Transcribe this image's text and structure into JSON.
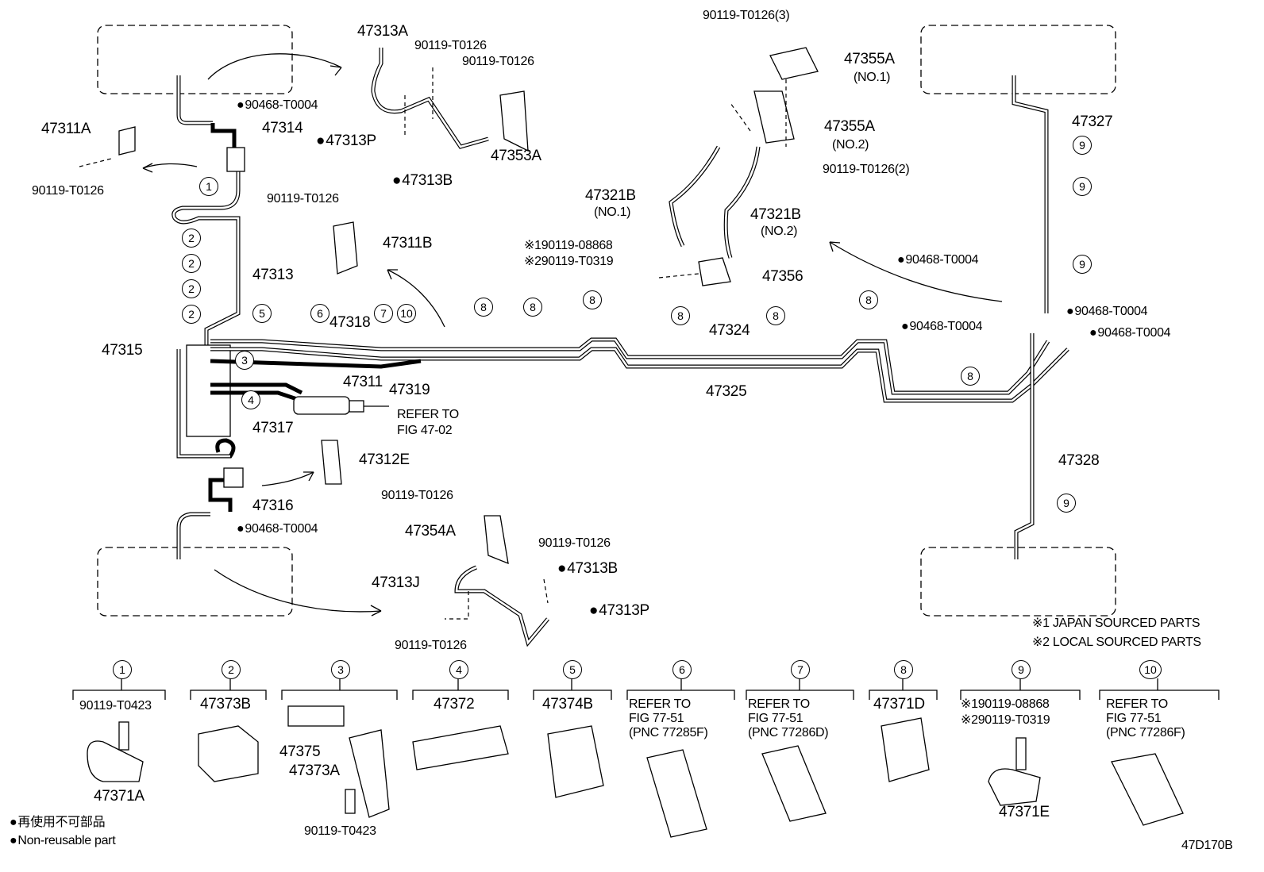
{
  "diagram_id": "47D170B",
  "notes": {
    "japan": "※1 JAPAN SOURCED PARTS",
    "local": "※2 LOCAL SOURCED PARTS"
  },
  "legend": {
    "jp": "再使用不可部品",
    "en": "Non-reusable part"
  },
  "callouts": {
    "p47313A": "47313A",
    "bolt1": "90119-T0126",
    "bolt2": "90119-T0126",
    "clip1": "90468-T0004",
    "p47314": "47314",
    "p47311A": "47311A",
    "bolt3": "90119-T0126",
    "p47313P_top": "47313P",
    "p47313B_top": "47313B",
    "p47353A": "47353A",
    "bolt4": "90119-T0126",
    "p47311B": "47311B",
    "p47313": "47313",
    "p47318": "47318",
    "p47315": "47315",
    "p47311": "47311",
    "p47319": "47319",
    "p47317": "47317",
    "refer_fig_a": "REFER TO",
    "refer_fig_b": "FIG 47-02",
    "p47312E": "47312E",
    "bolt5": "90119-T0126",
    "p47316": "47316",
    "clip2": "90468-T0004",
    "p47354A": "47354A",
    "bolt6": "90119-T0126",
    "p47313J": "47313J",
    "p47313B_bot": "47313B",
    "p47313P_bot": "47313P",
    "bolt7": "90119-T0126",
    "bolt_top3": "90119-T0126(3)",
    "p47355A_1": "47355A",
    "no1_a": "(NO.1)",
    "p47355A_2": "47355A",
    "no2_a": "(NO.2)",
    "bolt_top2": "90119-T0126(2)",
    "p47321B_1": "47321B",
    "no1_b": "(NO.1)",
    "p47321B_2": "47321B",
    "no2_b": "(NO.2)",
    "bolt_jp": "※190119-08868",
    "bolt_local": "※290119-T0319",
    "p47356": "47356",
    "p47324": "47324",
    "p47325": "47325",
    "p47327": "47327",
    "clip3": "90468-T0004",
    "clip4": "90468-T0004",
    "clip5": "90468-T0004",
    "clip6": "90468-T0004",
    "p47328": "47328"
  },
  "details": [
    {
      "num": "1",
      "top": "90119-T0423",
      "bottom": "47371A"
    },
    {
      "num": "2",
      "top": "47373B"
    },
    {
      "num": "3",
      "a": "47375",
      "b": "47373A",
      "c": "90119-T0423"
    },
    {
      "num": "4",
      "top": "47372"
    },
    {
      "num": "5",
      "top": "47374B"
    },
    {
      "num": "6",
      "l1": "REFER TO",
      "l2": "FIG 77-51",
      "l3": "(PNC 77285F)"
    },
    {
      "num": "7",
      "l1": "REFER TO",
      "l2": "FIG 77-51",
      "l3": "(PNC 77286D)"
    },
    {
      "num": "8",
      "top": "47371D"
    },
    {
      "num": "9",
      "l1": "※190119-08868",
      "l2": "※290119-T0319",
      "bottom": "47371E"
    },
    {
      "num": "10",
      "l1": "REFER TO",
      "l2": "FIG 77-51",
      "l3": "(PNC 77286F)"
    }
  ],
  "markers": {
    "m1": "1",
    "m2": "2",
    "m3": "3",
    "m4": "4",
    "m5": "5",
    "m6": "6",
    "m7": "7",
    "m8": "8",
    "m9": "9",
    "m10": "10"
  }
}
